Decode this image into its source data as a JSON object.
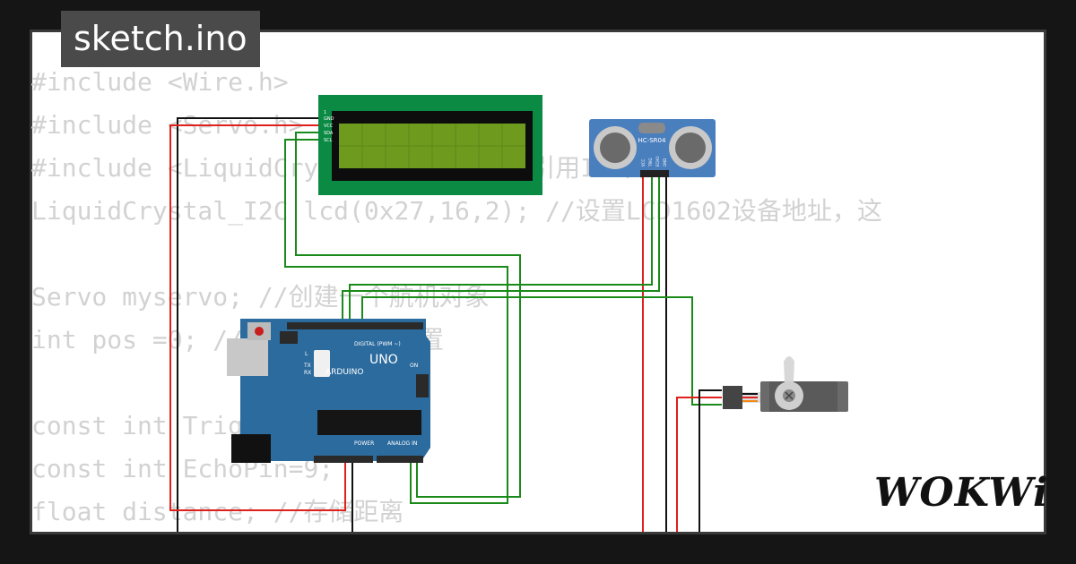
{
  "tab": {
    "title": "sketch.ino"
  },
  "code_lines": [
    "#include <Wire.h>",
    "#include <Servo.h>",
    "#include <LiquidCrystal_I2C.h> //引用I2C库",
    "LiquidCrystal_I2C lcd(0x27,16,2); //设置LCD1602设备地址，这",
    "",
    "Servo myservo; //创建一个航机对象",
    "int pos =0; //用来存储航机位置",
    "",
    "const int TrigPin=8;",
    "const int EchoPin=9;",
    "float distance; //存储距离"
  ],
  "lcd": {
    "pins": [
      "1",
      "GND",
      "VCC",
      "SDA",
      "SCL"
    ]
  },
  "sensor": {
    "label": "HC-SR04",
    "pins": [
      "VCC",
      "TRIG",
      "ECHO",
      "GND"
    ]
  },
  "arduino": {
    "brand": "ARDUINO",
    "model": "UNO",
    "digital_label": "DIGITAL (PWM ~)",
    "power_label": "POWER",
    "analog_label": "ANALOG IN",
    "on_label": "ON",
    "l_label": "L",
    "tx_label": "TX",
    "rx_label": "RX"
  },
  "branding": {
    "logo_text": "WOKWi"
  },
  "colors": {
    "wire_red": "#e0201b",
    "wire_green": "#1a8a1a",
    "wire_black": "#111111",
    "lcd_board": "#0b8a43",
    "lcd_screen": "#6e9a1e",
    "arduino_blue": "#2c6b9e"
  }
}
